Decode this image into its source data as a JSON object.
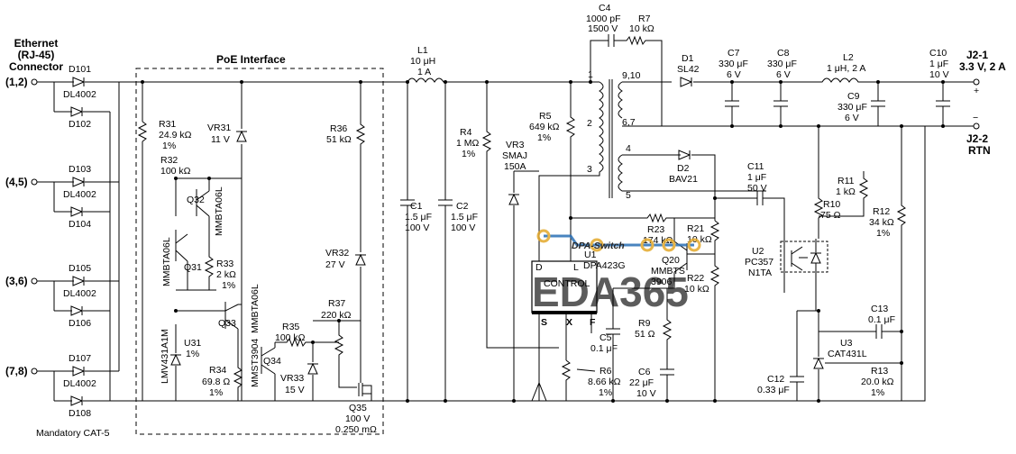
{
  "connector": {
    "title": [
      "Ethernet",
      "(RJ-45)",
      "Connector"
    ],
    "pins": [
      "(1,2)",
      "(4,5)",
      "(3,6)",
      "(7,8)"
    ],
    "footer": "Mandatory CAT-5"
  },
  "bridge": {
    "top": [
      "D101",
      "D103",
      "D105",
      "D107"
    ],
    "part": [
      "DL4002",
      "DL4002",
      "DL4002",
      "DL4002"
    ],
    "bottom": [
      "D102",
      "D104",
      "D106",
      "D108"
    ]
  },
  "poe": {
    "title": "PoE Interface",
    "r31": [
      "R31",
      "24.9 kΩ",
      "1%"
    ],
    "r32": [
      "R32",
      "100 kΩ"
    ],
    "vr31": [
      "VR31",
      "11 V"
    ],
    "q32": "Q32",
    "q32_part": "MMBTA06L",
    "q31": "Q31",
    "q31_part": "MMBTA06L",
    "r33": [
      "R33",
      "2 kΩ",
      "1%"
    ],
    "q33": "Q33",
    "q33_part": "MMBTA06L",
    "u31": [
      "U31",
      "1%"
    ],
    "u31_part": "LMV431A1M",
    "r34": [
      "R34",
      "69.8 Ω",
      "1%"
    ],
    "q34": "Q34",
    "q34_part": "MMST3904",
    "r35": [
      "R35",
      "100 kΩ"
    ],
    "vr33": [
      "VR33",
      "15 V"
    ],
    "r37": [
      "R37",
      "220 kΩ"
    ],
    "r36": [
      "R36",
      "51 kΩ"
    ],
    "vr32": [
      "VR32",
      "27 V"
    ],
    "q35": [
      "Q35",
      "100 V",
      "0.250 mΩ"
    ]
  },
  "input": {
    "l1": [
      "L1",
      "10 μH",
      "1 A"
    ],
    "c1": [
      "C1",
      "1.5 μF",
      "100 V"
    ],
    "c2": [
      "C2",
      "1.5 μF",
      "100 V"
    ],
    "r4": [
      "R4",
      "1 MΩ",
      "1%"
    ],
    "vr3": [
      "VR3",
      "SMAJ",
      "150A"
    ],
    "r5": [
      "R5",
      "649 kΩ",
      "1%"
    ]
  },
  "snubber": {
    "c4": [
      "C4",
      "1000 pF",
      "1500 V"
    ],
    "r7": [
      "R7",
      "10 kΩ"
    ]
  },
  "xfmr": {
    "pins": [
      "1",
      "2",
      "3",
      "4",
      "5",
      "9,10",
      "6,7"
    ]
  },
  "output": {
    "d1": [
      "D1",
      "SL42"
    ],
    "c7": [
      "C7",
      "330 μF",
      "6 V"
    ],
    "c8": [
      "C8",
      "330 μF",
      "6 V"
    ],
    "l2": [
      "L2",
      "1 μH, 2 A"
    ],
    "c9": [
      "C9",
      "330 μF",
      "6 V"
    ],
    "c10": [
      "C10",
      "1 μF",
      "10 V"
    ],
    "j21": [
      "J2-1",
      "3.3 V, 2 A"
    ],
    "j22": [
      "J2-2",
      "RTN"
    ],
    "plus": "+",
    "minus": "−"
  },
  "bias": {
    "d2": [
      "D2",
      "BAV21"
    ],
    "c11": [
      "C11",
      "1 μF",
      "50 V"
    ],
    "r23": [
      "R23",
      "174 kΩ"
    ],
    "r21": [
      "R21",
      "10 kΩ"
    ],
    "q20": [
      "Q20",
      "MMBTS",
      "3906"
    ],
    "r22": [
      "R22",
      "10 kΩ"
    ]
  },
  "controller": {
    "brand": "DPA-Switch",
    "u1": [
      "U1",
      "DPA423G"
    ],
    "pins_top": [
      "D",
      "L"
    ],
    "center": "CONTROL",
    "pins_bottom": [
      "S",
      "X",
      "F"
    ]
  },
  "comp": {
    "c5": [
      "C5",
      "0.1 μF"
    ],
    "r9": [
      "R9",
      "51 Ω"
    ],
    "r6": [
      "R6",
      "8.66 kΩ",
      "1%"
    ],
    "c6": [
      "C6",
      "22 μF",
      "10 V"
    ]
  },
  "feedback": {
    "r10": [
      "R10",
      "75 Ω"
    ],
    "r11": [
      "R11",
      "1 kΩ"
    ],
    "r12": [
      "R12",
      "34 kΩ",
      "1%"
    ],
    "u2": [
      "U2",
      "PC357",
      "N1TA"
    ],
    "c13": [
      "C13",
      "0.1 μF"
    ],
    "u3": [
      "U3",
      "CAT431L"
    ],
    "c12": [
      "C12",
      "0.33 μF"
    ],
    "r13": [
      "R13",
      "20.0 kΩ",
      "1%"
    ]
  },
  "watermark": "EDA365",
  "colors": {
    "watermark_blue": "#2a6fb5",
    "watermark_gold": "#e3a92b"
  }
}
